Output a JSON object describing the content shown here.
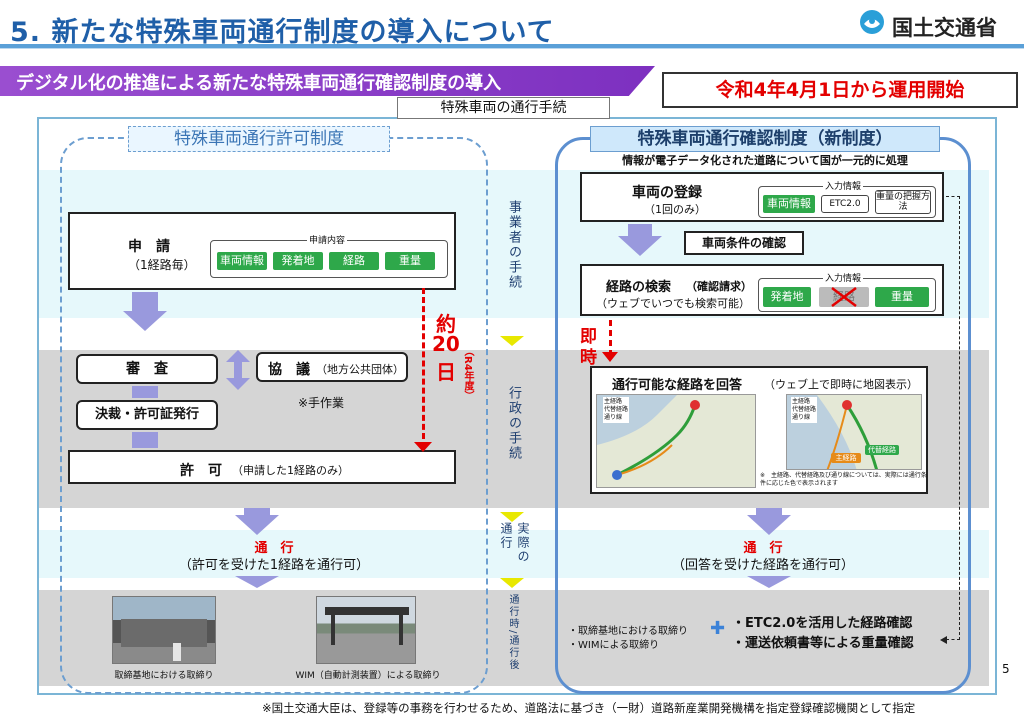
{
  "header": {
    "title": "5. 新たな特殊車両通行制度の導入について",
    "org": "国土交通省"
  },
  "subbanner": "デジタル化の推進による新たな特殊車両通行確認制度の導入",
  "start_notice": "令和4年4月1日から運用開始",
  "process_tab": "特殊車両の通行手続",
  "left": {
    "heading": "特殊車両通行許可制度",
    "apply_title": "申　請",
    "apply_sub": "（1経路毎）",
    "apply_content_label": "申請内容",
    "apply_items": [
      "車両情報",
      "発着地",
      "経路",
      "重量"
    ],
    "review": "審　査",
    "consult": "協　議",
    "consult_sub": "（地方公共団体）",
    "manual": "※手作業",
    "decision": "決裁・許可証発行",
    "permit": "許　可",
    "permit_sub": "（申請した1経路のみ）",
    "pass_title": "通　行",
    "pass_sub": "（許可を受けた1経路を通行可）",
    "photo1_caption": "取締基地における取締り",
    "photo2_caption": "WIM（自動計測装置）による取締り"
  },
  "center": {
    "about": "約",
    "days": "20",
    "unit": "日",
    "note": "（R4年度）",
    "operator": "事業者の手続",
    "admin": "行政の手続",
    "actual": "実際の通行",
    "during": "通行時/通行後"
  },
  "right": {
    "heading": "特殊車両通行確認制度（新制度）",
    "sub": "情報が電子データ化された道路について国が一元的に処理",
    "reg_title": "車両の登録",
    "reg_sub": "（1回のみ）",
    "input_label": "入力情報",
    "reg_inputs": [
      "車両情報",
      "ETC2.0",
      "重量の把握方法"
    ],
    "check_cond": "車両条件の確認",
    "search_title": "経路の検索",
    "search_title2": "（確認請求）",
    "search_sub": "（ウェブでいつでも検索可能）",
    "search_inputs": [
      "発着地",
      "経路",
      "重量"
    ],
    "immediate": "即時",
    "answer_title": "通行可能な経路を回答",
    "answer_sub": "（ウェブ上で即時に地図表示）",
    "legend": [
      "主経路",
      "代替経路",
      "通り線"
    ],
    "map_labels": [
      "代替経路",
      "主経路"
    ],
    "map_note": "※　主経路、代替経路及び通り線については、実際には通行条件に応じた色で表示されます",
    "pass_title": "通　行",
    "pass_sub": "（回答を受けた経路を通行可）",
    "enforce": [
      "・取締基地における取締り",
      "・WIMによる取締り"
    ],
    "plus": "✚",
    "extra": [
      "・ETC2.0を活用した経路確認",
      "・運送依頼書等による重量確認"
    ]
  },
  "page_number": "5",
  "footnote": "※国土交通大臣は、登録等の事務を行わせるため、道路法に基づき（一財）道路新産業開発機構を指定登録確認機関として指定",
  "colors": {
    "title": "#1f5fa8",
    "purple": "#8a3fc8",
    "red": "#e30000",
    "green": "#2ea84a",
    "arrow": "#9999dd"
  }
}
